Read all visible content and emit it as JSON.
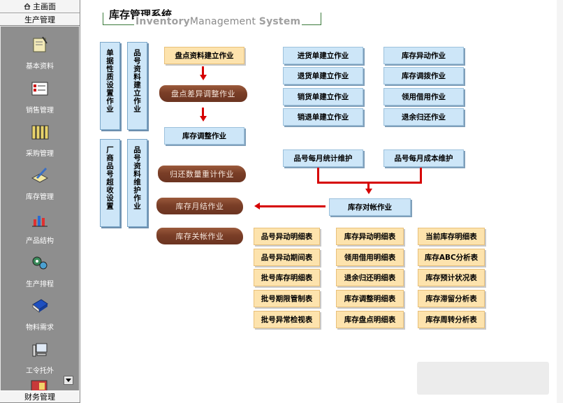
{
  "sidebar": {
    "home_label": "主画面",
    "top_group": "生产管理",
    "items": [
      {
        "label": "基本资料",
        "icon": "book-pen-icon"
      },
      {
        "label": "销售管理",
        "icon": "sales-form-icon"
      },
      {
        "label": "采购管理",
        "icon": "binders-icon"
      },
      {
        "label": "库存管理",
        "icon": "pencil-book-icon"
      },
      {
        "label": "产品结构",
        "icon": "bar-chart-icon"
      },
      {
        "label": "生产排程",
        "icon": "gears-icon"
      },
      {
        "label": "物料需求",
        "icon": "blue-book-icon"
      },
      {
        "label": "工令托外",
        "icon": "computer-icon"
      }
    ],
    "bottom_group": "财务管理"
  },
  "header": {
    "title_cn": "库存管理系统",
    "title_en_bold1": "Inventory",
    "title_en_mid": "Management ",
    "title_en_bold2": "System"
  },
  "vertical_boxes": [
    "单据性质设置作业",
    "品号资料建立作业",
    "厂商品号超收设置",
    "品号资料维护作业"
  ],
  "flow": {
    "count_create": "盘点资料建立作业",
    "count_diff": "盘点差异调整作业",
    "stock_adjust": "库存调整作业",
    "return_qty": "归还数量重计作业",
    "monthly_close": "库存月结作业",
    "close_account": "库存关帐作业",
    "monthly_stats": "品号每月统计维护",
    "monthly_cost": "品号每月成本维护",
    "reconcile": "库存对帐作业"
  },
  "ops_col1": [
    "进货单建立作业",
    "退货单建立作业",
    "销货单建立作业",
    "销退单建立作业"
  ],
  "ops_col2": [
    "库存异动作业",
    "库存调拨作业",
    "领用借用作业",
    "退余归还作业"
  ],
  "reports": [
    [
      "品号异动明细表",
      "库存异动明细表",
      "当前库存明细表"
    ],
    [
      "品号异动期间表",
      "领用借用明细表",
      "库存ABC分析表"
    ],
    [
      "批号库存明细表",
      "退余归还明细表",
      "库存预计状况表"
    ],
    [
      "批号期限管制表",
      "库存调整明细表",
      "库存滞留分析表"
    ],
    [
      "批号异常检视表",
      "库存盘点明细表",
      "库存周转分析表"
    ]
  ]
}
